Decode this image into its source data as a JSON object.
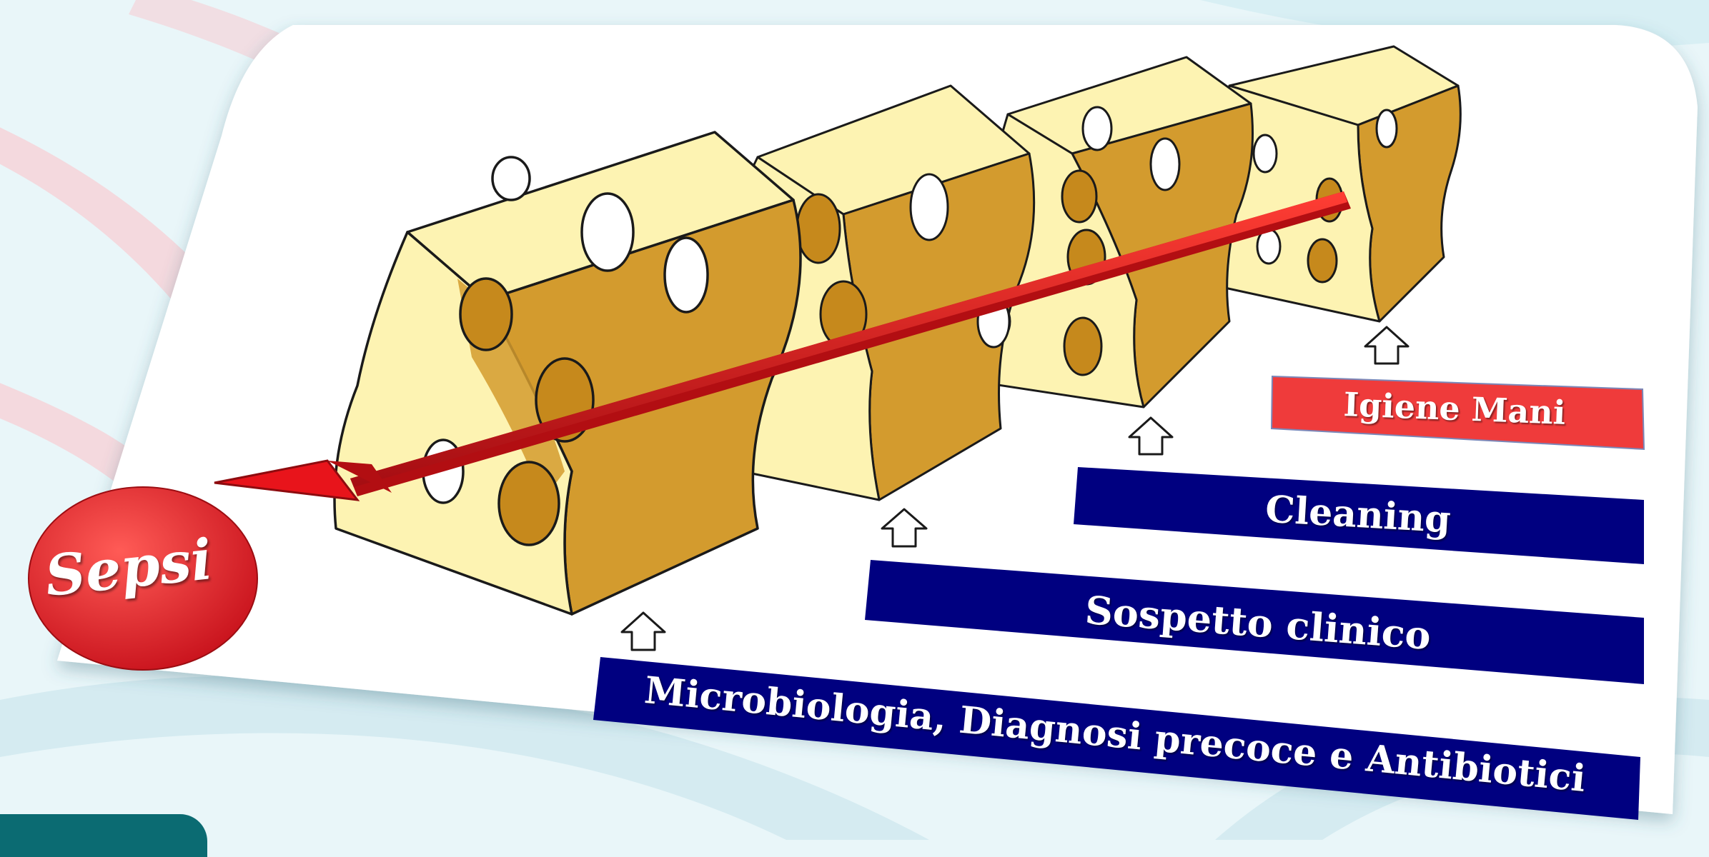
{
  "outcome": {
    "label": "Sepsi"
  },
  "layers": [
    {
      "label": "Igiene Mani"
    },
    {
      "label": "Cleaning"
    },
    {
      "label": "Sospetto clinico"
    },
    {
      "label": "Microbiologia, Diagnosi precoce e Antibiotici"
    }
  ],
  "colors": {
    "navy_bar": "#000080",
    "red_bar": "#ef3b3b",
    "arrow": "#e8141b",
    "cheese_face": "#fdf3b2",
    "cheese_side": "#d39b2e",
    "cheese_hole": "#c6891c",
    "sepsi_circle": "#e3202a"
  }
}
